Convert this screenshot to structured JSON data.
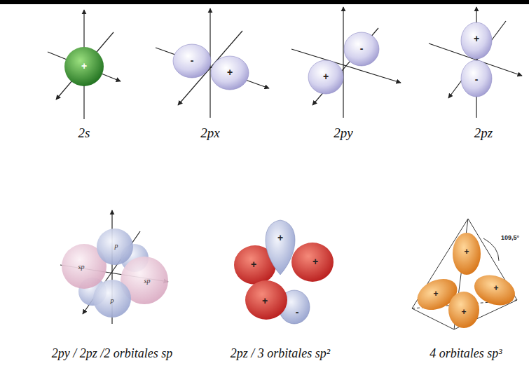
{
  "diagram": {
    "labels": [
      "+",
      "-",
      "+",
      "+",
      "-",
      "+",
      "-",
      "2s",
      "2px",
      "2py",
      "2pz",
      "sp",
      "p",
      "p",
      "sp",
      "+",
      "+",
      "+",
      "+",
      "-",
      "+",
      "+",
      "+",
      "+",
      "109,5°",
      "2py / 2pz /2 orbitales sp",
      "2pz / 3 orbitales sp²",
      "4 orbitales sp³"
    ]
  }
}
